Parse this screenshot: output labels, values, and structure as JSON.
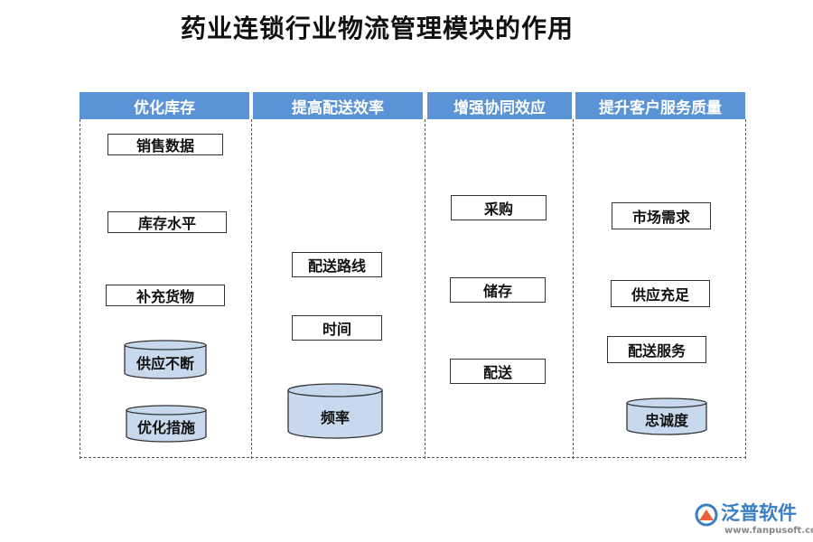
{
  "title": "药业连锁行业物流管理模块的作用",
  "colors": {
    "header": "#5b94d6",
    "cylinder": "#c8d9ee",
    "border": "#333333",
    "brand": "#3a7fc4"
  },
  "columns": [
    {
      "header": "优化库存",
      "boxes": [
        "销售数据",
        "库存水平",
        "补充货物"
      ],
      "cylinders": [
        "供应不断",
        "优化措施"
      ]
    },
    {
      "header": "提高配送效率",
      "boxes": [
        "配送路线",
        "时间"
      ],
      "cylinders": [
        "频率"
      ]
    },
    {
      "header": "增强协同效应",
      "boxes": [
        "采购",
        "储存",
        "配送"
      ],
      "cylinders": []
    },
    {
      "header": "提升客户服务质量",
      "boxes": [
        "市场需求",
        "供应充足",
        "配送服务"
      ],
      "cylinders": [
        "忠诚度"
      ]
    }
  ],
  "logo": {
    "brand": "泛普软件",
    "url": "www.fanpusoft.com",
    "icon": "fanpu-logo-icon"
  }
}
